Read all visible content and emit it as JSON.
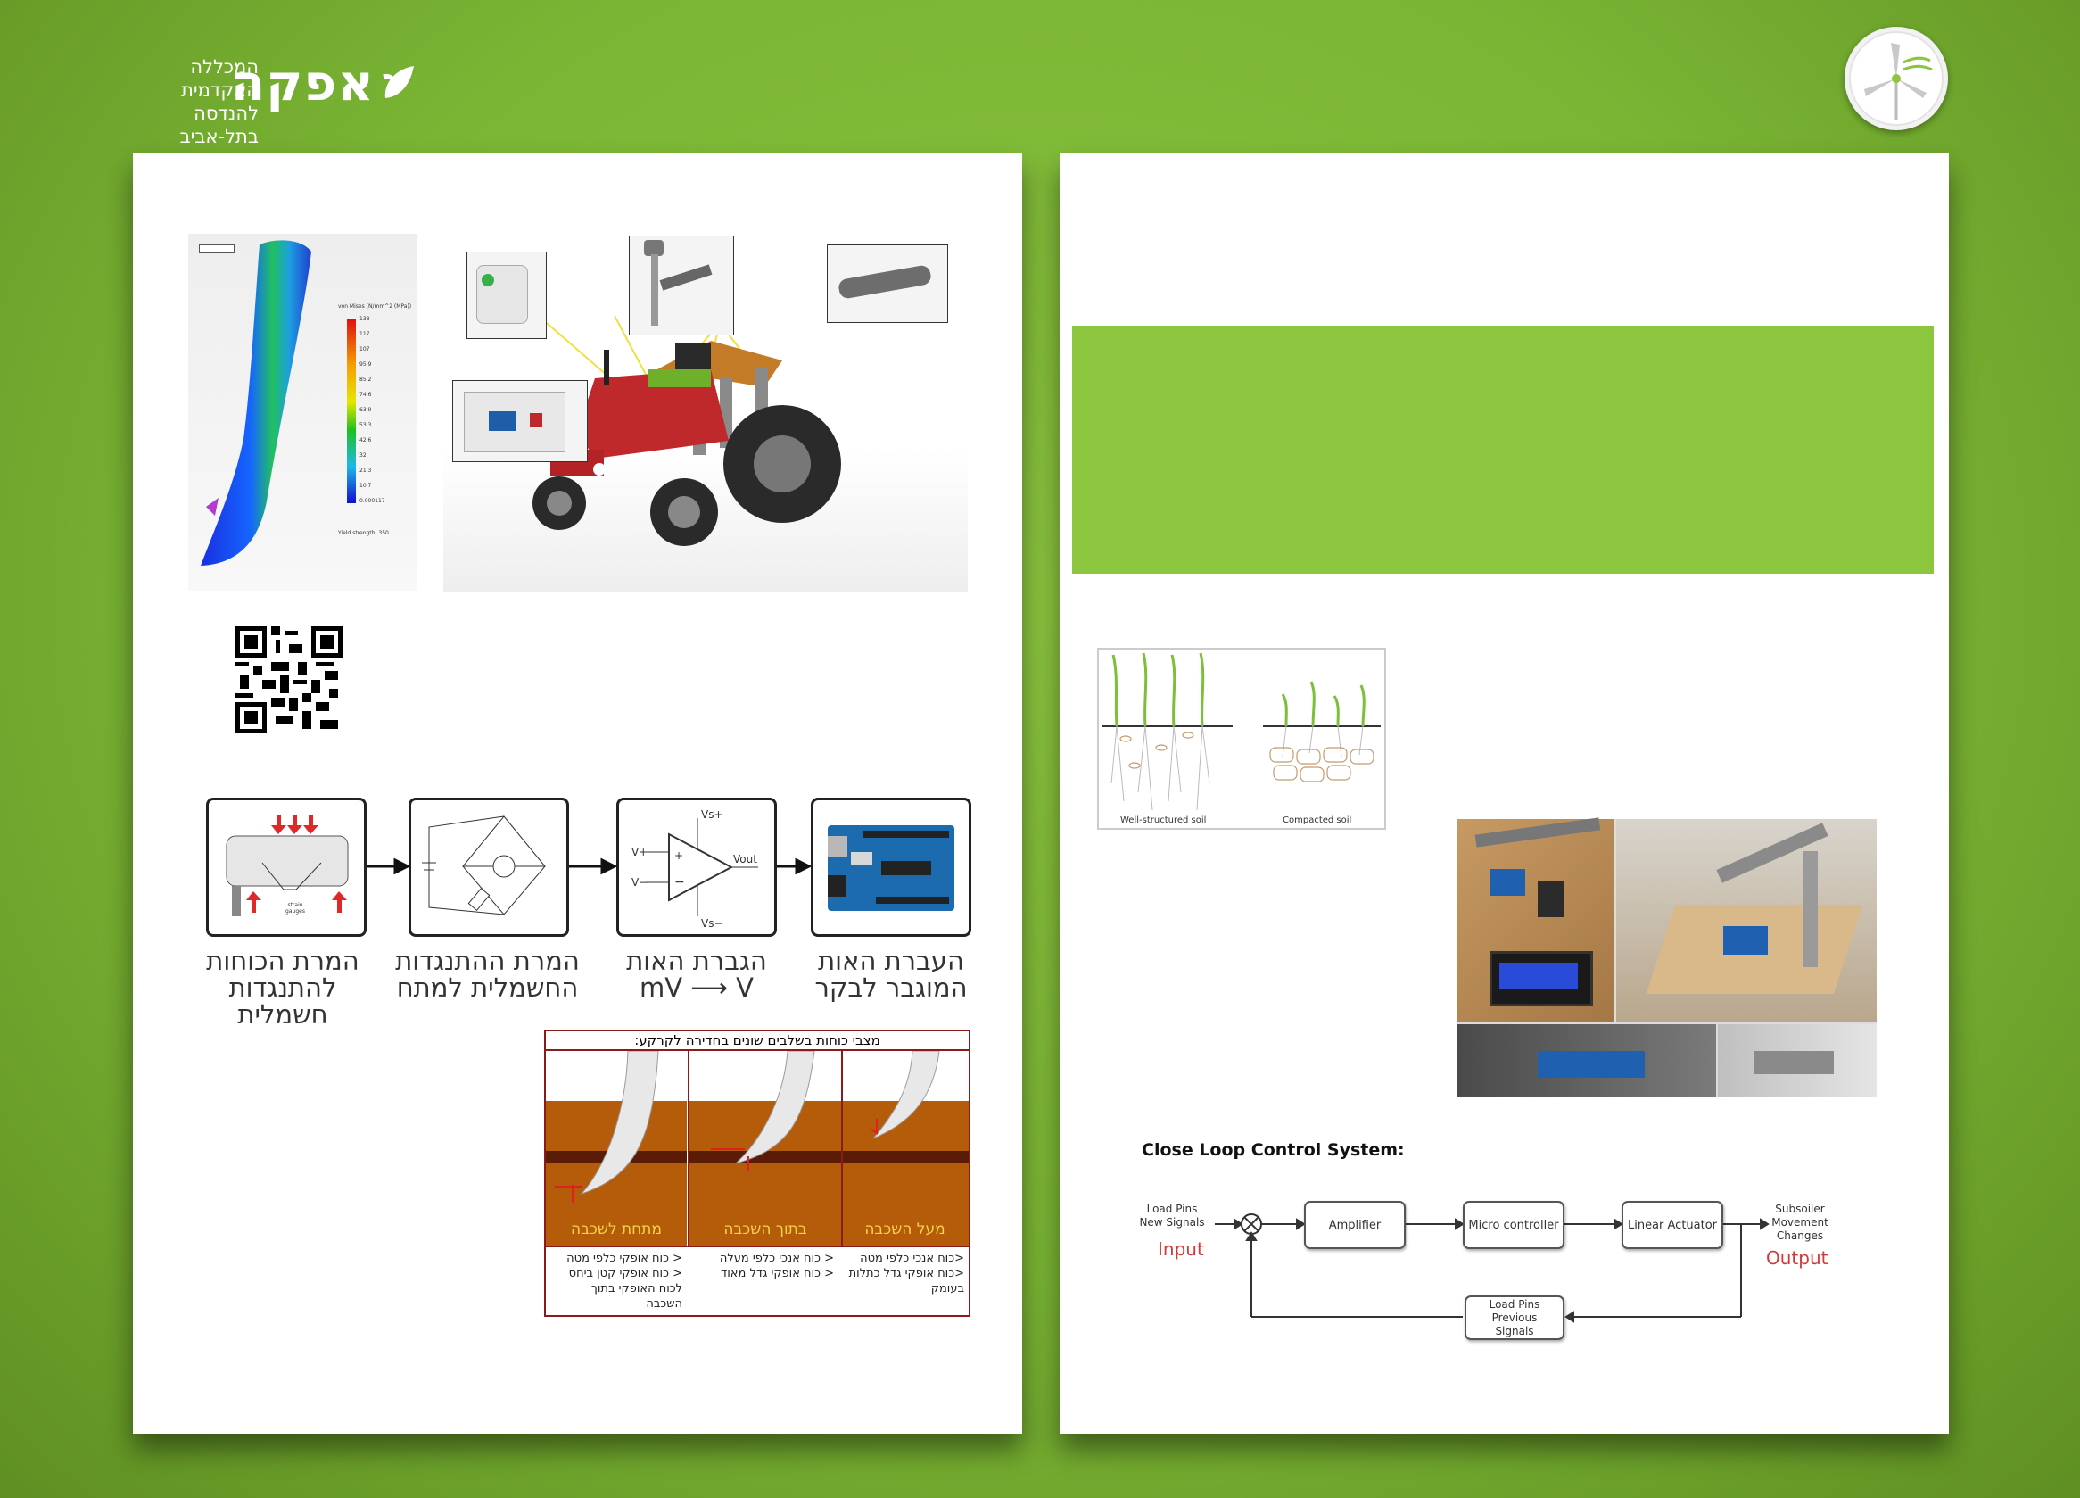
{
  "header": {
    "logo_line1": "המכללה האקדמית",
    "logo_line2": "להנדסה בתל-אביב",
    "logo_name": "אפקה"
  },
  "left_page": {
    "fea": {
      "title": "",
      "legend_values": [
        "138",
        "117",
        "107",
        "95.9",
        "85.2",
        "74.6",
        "63.9",
        "53.3",
        "42.6",
        "32",
        "21.3",
        "10.7",
        "0.000117"
      ],
      "legend_unit": "von Mises (N/mm^2 (MPa))",
      "yield_label": "Yield strength: 350"
    },
    "flow": {
      "steps": [
        {
          "label": "המרת הכוחות להתנגדות חשמלית"
        },
        {
          "label": "המרת ההתנגדות החשמלית למתח"
        },
        {
          "label": "הגברת האות mV ⟶ V"
        },
        {
          "label": "העברת האות המוגבר לבקר"
        }
      ],
      "strain_text": "strain gauges"
    },
    "soil_table": {
      "title": "מצבי כוחות בשלבים שונים בחדירה לקרקע:",
      "columns": [
        {
          "label": "מעל השכבה",
          "notes": [
            "<כוח אנכי כלפי מטה",
            "<כוח אופקי גדל כתלות בעומק"
          ]
        },
        {
          "label": "בתוך השכבה",
          "notes": [
            "< כוח אנכי  כלפי מעלה",
            "< כוח אופקי גדל מאוד"
          ]
        },
        {
          "label": "מתחת לשכבה",
          "notes": [
            "< כוח אופקי כלפי מטה",
            "< כוח אופקי קטן ביחס לכוח האופקי בתוך השכבה"
          ]
        }
      ]
    }
  },
  "right_page": {
    "soil_image": {
      "left_caption": "Well-structured soil",
      "right_caption": "Compacted soil"
    },
    "control": {
      "title": "Close Loop Control System:",
      "input_text": "Load Pins New Signals",
      "input_label": "Input",
      "blocks": [
        "Amplifier",
        "Micro controller",
        "Linear Actuator"
      ],
      "output_text": "Subsoiler Movement Changes",
      "output_label": "Output",
      "feedback": "Load Pins Previous Signals"
    }
  },
  "colors": {
    "background": "#7ab534",
    "banner": "#8cc63f"
  }
}
